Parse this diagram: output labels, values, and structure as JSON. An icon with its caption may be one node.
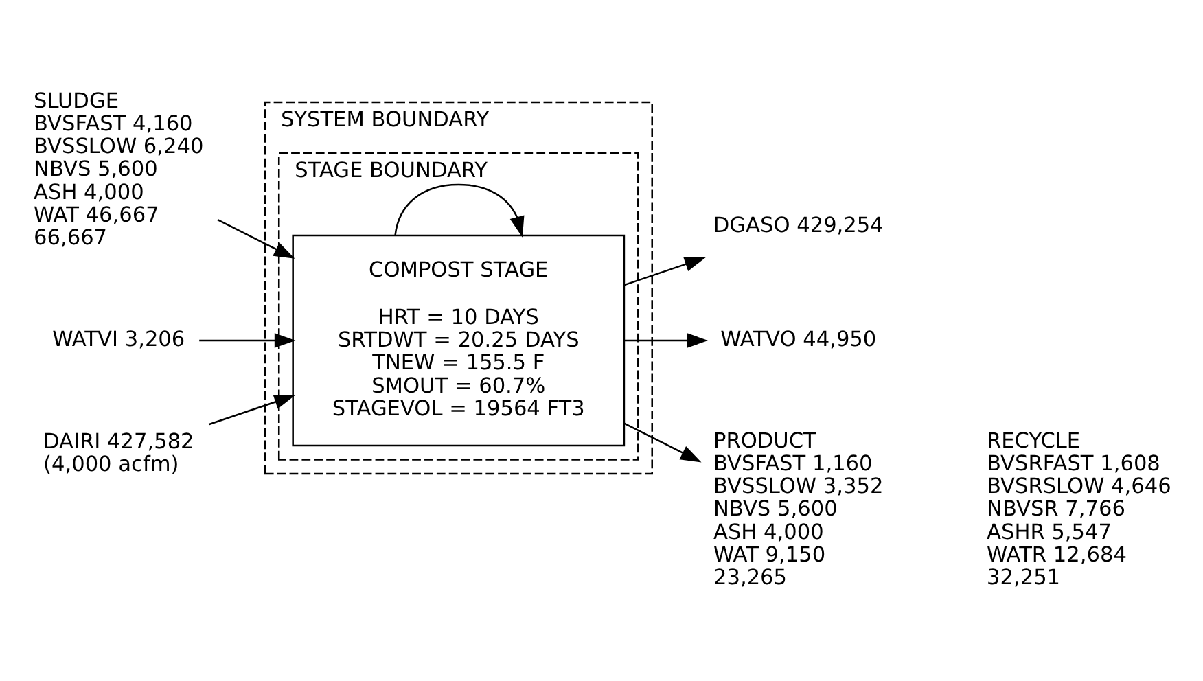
{
  "diagram": {
    "nodes": [
      {
        "text": [
          "SYSTEM BOUNDARY"
        ]
      },
      {
        "text": [
          "STAGE BOUNDARY"
        ],
        "in": 0
      },
      {
        "text": [
          "COMPOST STAGE",
          "HRT = 10 DAYS",
          "SRTDWT = 20.25 DAYS",
          "TNEW = 155.5 F",
          "SMOUT = 60.7%",
          "STAGEVOL = 19564 FT3"
        ],
        "in": 1
      },
      {
        "text": [
          "DGASO 429,254"
        ]
      },
      {
        "text": [
          "WATVO 44,950"
        ]
      },
      {
        "text": [
          "SLUDGE",
          "BVSFAST 4,160",
          "BVSSLOW 6,240",
          "NBVS 5,600",
          "ASH 4,000",
          "WAT 46,667",
          "66,667"
        ]
      },
      {
        "text": [
          "PRODUCT",
          "BVSFAST 1,160",
          "BVSSLOW 3,352",
          "NBVS 5,600",
          "ASH 4,000",
          "WAT 9,150",
          "23,265"
        ]
      },
      {
        "text": [
          "WATVI 3,206"
        ]
      },
      {
        "text": [
          "DAIRI 427,582",
          "(4,000 acfm)"
        ]
      }
    ],
    "edges": [
      {
        "from": 5,
        "to": 2,
        "arrow": "to"
      },
      {
        "from": 2,
        "to": 3,
        "arrow": "to"
      },
      {
        "from": 2,
        "to": 4,
        "arrow": "to"
      },
      {
        "from": 2,
        "to": 6,
        "arrow": "to"
      },
      {
        "from": 2,
        "to": 2,
        "arrow": "to"
      },
      {
        "from": 7,
        "to": 2,
        "arrow": "to"
      },
      {
        "from": 8,
        "to": 2,
        "arrow": "to"
      }
    ],
    "labels": [
      "RECYCLE",
      "BVSRFAST 1,608",
      "BVSRSLOW 4,646",
      "NBVSR 7,766",
      "ASHR 5,547",
      "WATR 12,684",
      "32,251"
    ]
  }
}
